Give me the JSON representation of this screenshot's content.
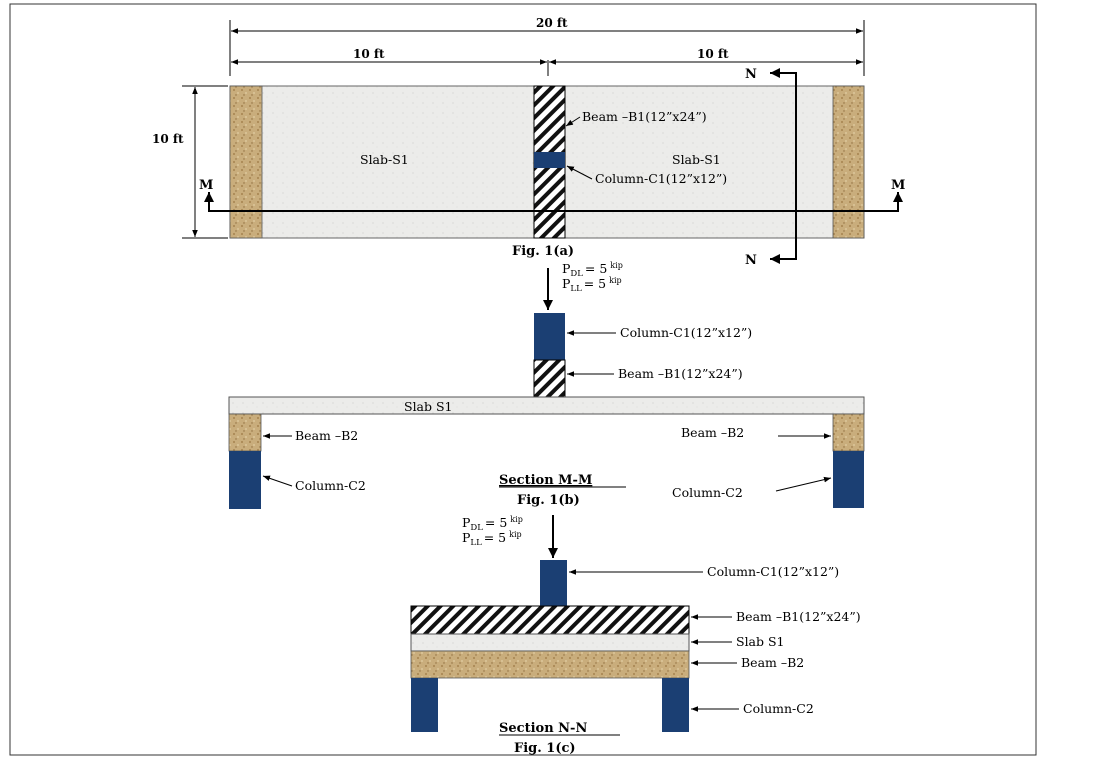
{
  "figure_a": {
    "dim_total": "20 ft",
    "dim_left": "10 ft",
    "dim_right": "10 ft",
    "dim_height": "10 ft",
    "slab_left": "Slab-S1",
    "slab_right": "Slab-S1",
    "beam_b1": "Beam –B1(12”x24”)",
    "column_c1": "Column-C1(12”x12”)",
    "section_m_left": "M",
    "section_m_right": "M",
    "section_n_top": "N",
    "section_n_bottom": "N",
    "caption": "Fig. 1(a)"
  },
  "figure_b": {
    "p_dl_base": "P",
    "p_dl_sub": "DL",
    "p_dl_value": "= 5",
    "p_dl_unit": "kip",
    "p_ll_base": "P",
    "p_ll_sub": "LL",
    "p_ll_value": "= 5",
    "p_ll_unit": "kip",
    "column_c1": "Column-C1(12”x12”)",
    "beam_b1": "Beam –B1(12”x24”)",
    "slab": "Slab S1",
    "beam_b2_left": "Beam –B2",
    "beam_b2_right": "Beam –B2",
    "column_c2_left": "Column-C2",
    "column_c2_right": "Column-C2",
    "section_title": "Section M-M",
    "caption": "Fig. 1(b)"
  },
  "figure_c": {
    "p_dl_base": "P",
    "p_dl_sub": "DL",
    "p_dl_value": "= 5",
    "p_dl_unit": "kip",
    "p_ll_base": "P",
    "p_ll_sub": "LL",
    "p_ll_value": "= 5",
    "p_ll_unit": "kip",
    "column_c1": "Column-C1(12”x12”)",
    "beam_b1": "Beam –B1(12”x24”)",
    "slab": "Slab S1",
    "beam_b2": "Beam –B2",
    "column_c2": "Column-C2",
    "section_title": "Section N-N",
    "caption": "Fig. 1(c)"
  },
  "colors": {
    "column": "#1b3f73",
    "slab": "#ececea",
    "brick": "#c9ad7c",
    "hatch_line": "#111111"
  }
}
